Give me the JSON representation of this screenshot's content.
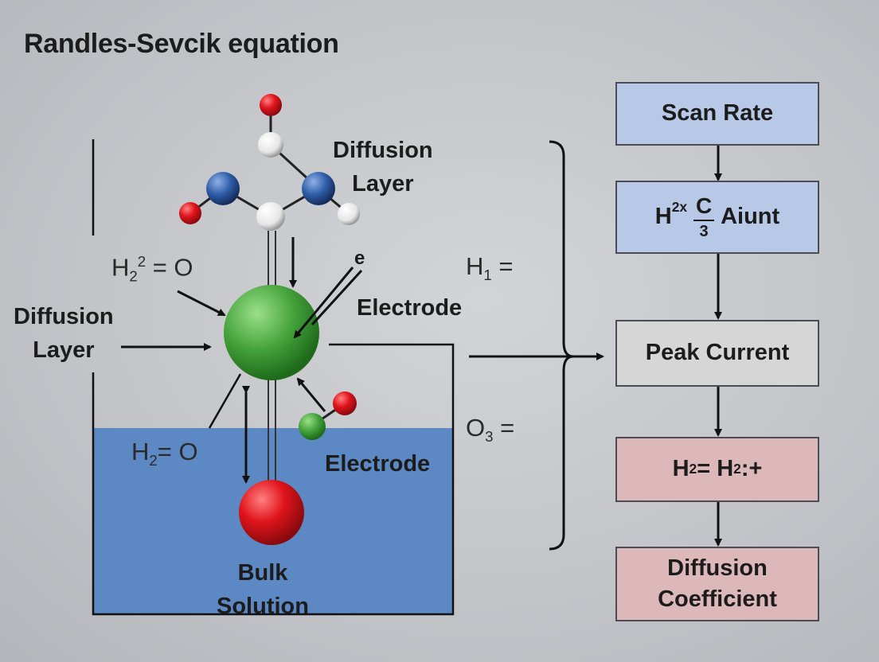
{
  "title": "Randles-Sevcik equation",
  "diagram": {
    "label_diffusion_layer_top": [
      "Diffusion",
      "Layer"
    ],
    "label_diffusion_layer_left": [
      "Diffusion",
      "Layer"
    ],
    "label_electron": "e",
    "label_electrode_top": "Electrode",
    "label_electrode_bottom": "Electrode",
    "label_bulk_solution": [
      "Bulk",
      "Solution"
    ],
    "eq_h2o_top": {
      "base": "H",
      "sub": "2",
      "sup": "2",
      "rest": " = O"
    },
    "eq_h2o_bottom": {
      "base": "H",
      "sub": "2",
      "rest": "= O"
    },
    "eq_h1": {
      "base": "H",
      "sub": "1",
      "rest": " ="
    },
    "eq_o3": {
      "base": "O",
      "sub": "3",
      "rest": " ="
    },
    "colors": {
      "solution": "#5c88c4",
      "electrode_sphere": "#4aa840",
      "bulk_sphere": "#e0141c",
      "atom_blue": "#2f5ea8",
      "atom_red": "#d81a1e",
      "atom_white": "#f2f2f2"
    }
  },
  "flow": {
    "box1": "Scan Rate",
    "box2": {
      "prefix": "H",
      "sup": "2x",
      "num": "C",
      "den": "3",
      "suffix": "Aiunt"
    },
    "box3": "Peak Current",
    "box4": {
      "a": "H",
      "a_sup": "2",
      "mid": " = H",
      "b_sup": "2",
      "suffix": ":+"
    },
    "box5": [
      "Diffusion",
      "Coefficient"
    ],
    "box_colors": {
      "blue": "#b7c9e6",
      "gray": "#d6d6d6",
      "pink": "#ddb8ba"
    }
  }
}
